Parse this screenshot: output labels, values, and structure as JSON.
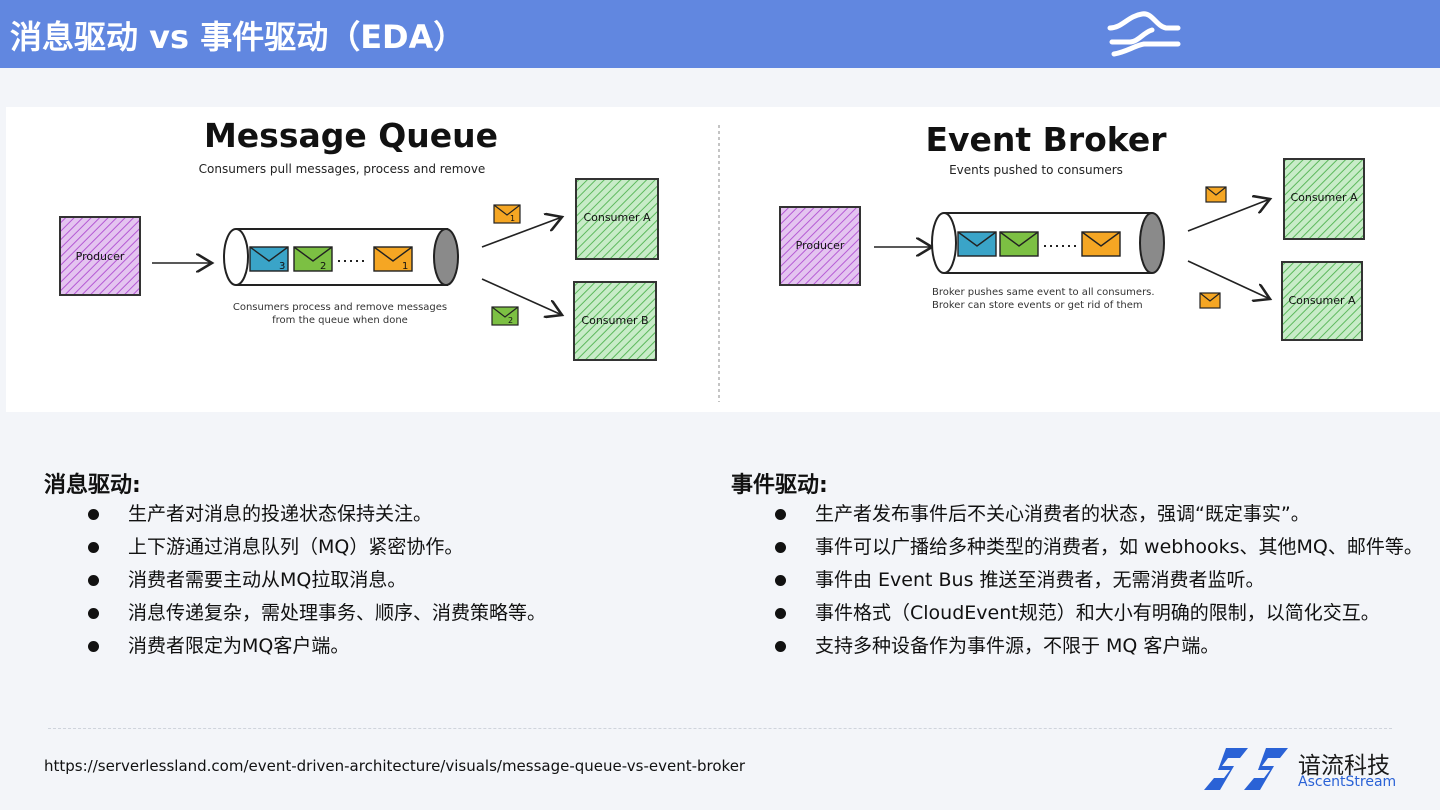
{
  "header": {
    "title": "消息驱动 vs 事件驱动（EDA）",
    "bg_color": "#6187e0"
  },
  "figure": {
    "mq": {
      "title": "Message Queue",
      "subtitle": "Consumers pull messages, process and remove",
      "producer": "Producer",
      "consumer_a": "Consumer A",
      "consumer_b": "Consumer B",
      "caption_1": "Consumers process and remove messages",
      "caption_2": "from the queue when done",
      "msg_numbers": [
        "3",
        "2",
        "1"
      ],
      "out_numbers": [
        "1",
        "2"
      ]
    },
    "eb": {
      "title": "Event Broker",
      "subtitle": "Events pushed to consumers",
      "producer": "Producer",
      "consumer_a1": "Consumer A",
      "consumer_a2": "Consumer A",
      "caption_1": "Broker pushes same event to all consumers.",
      "caption_2": "Broker can store events or get rid of them"
    },
    "colors": {
      "producer": "#c070d8",
      "consumer": "#6cc36c",
      "msg_blue": "#3aa4c8",
      "msg_green": "#7cc043",
      "msg_orange": "#f5a623"
    }
  },
  "left": {
    "heading": "消息驱动:",
    "items": [
      "生产者对消息的投递状态保持关注。",
      "上下游通过消息队列（MQ）紧密协作。",
      "消费者需要主动从MQ拉取消息。",
      "消息传递复杂，需处理事务、顺序、消费策略等。",
      "消费者限定为MQ客户端。"
    ]
  },
  "right": {
    "heading": "事件驱动:",
    "items": [
      "生产者发布事件后不关心消费者的状态，强调“既定事实”。",
      "事件可以广播给多种类型的消费者，如 webhooks、其他MQ、邮件等。",
      "事件由 Event Bus 推送至消费者，无需消费者监听。",
      "事件格式（CloudEvent规范）和大小有明确的限制，以简化交互。",
      "支持多种设备作为事件源，不限于 MQ 客户端。"
    ]
  },
  "footer": {
    "source_url": "https://serverlessland.com/event-driven-architecture/visuals/message-queue-vs-event-broker",
    "brand_cn": "谙流科技",
    "brand_en": "AscentStream",
    "brand_color": "#2a62d6"
  }
}
